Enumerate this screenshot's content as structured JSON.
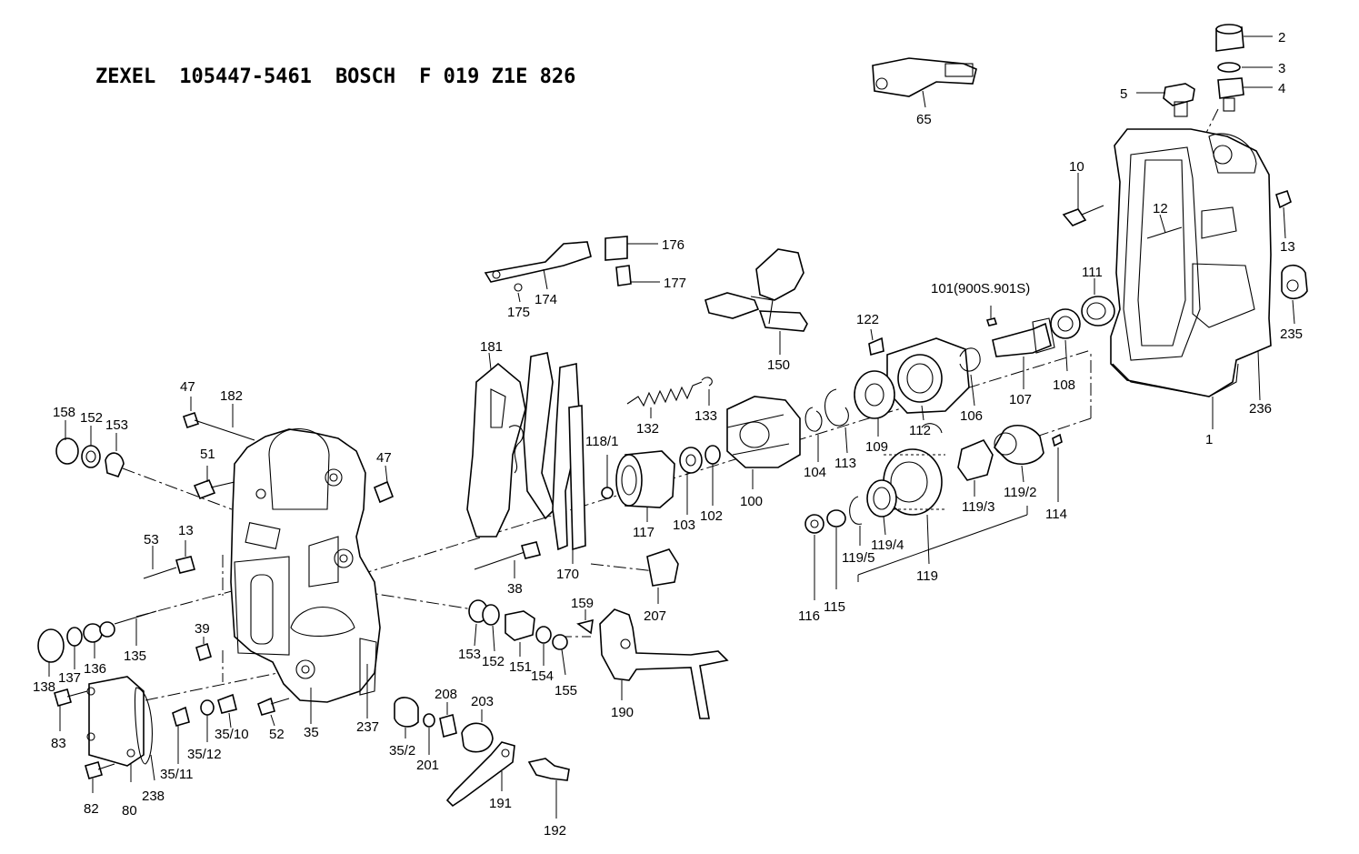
{
  "title": {
    "brand1": "ZEXEL",
    "part1": "105447-5461",
    "brand2": "BOSCH",
    "part2": "F 019 Z1E 826"
  },
  "callouts": [
    {
      "id": "c1",
      "text": "1"
    },
    {
      "id": "c2",
      "text": "2"
    },
    {
      "id": "c3",
      "text": "3"
    },
    {
      "id": "c4",
      "text": "4"
    },
    {
      "id": "c5",
      "text": "5"
    },
    {
      "id": "c10",
      "text": "10"
    },
    {
      "id": "c12",
      "text": "12"
    },
    {
      "id": "c13a",
      "text": "13"
    },
    {
      "id": "c13b",
      "text": "13"
    },
    {
      "id": "c35",
      "text": "35"
    },
    {
      "id": "c35_2",
      "text": "35/2"
    },
    {
      "id": "c35_10",
      "text": "35/10"
    },
    {
      "id": "c35_11",
      "text": "35/11"
    },
    {
      "id": "c35_12",
      "text": "35/12"
    },
    {
      "id": "c38",
      "text": "38"
    },
    {
      "id": "c39",
      "text": "39"
    },
    {
      "id": "c47a",
      "text": "47"
    },
    {
      "id": "c47b",
      "text": "47"
    },
    {
      "id": "c51",
      "text": "51"
    },
    {
      "id": "c52",
      "text": "52"
    },
    {
      "id": "c53",
      "text": "53"
    },
    {
      "id": "c65",
      "text": "65"
    },
    {
      "id": "c80",
      "text": "80"
    },
    {
      "id": "c82",
      "text": "82"
    },
    {
      "id": "c83",
      "text": "83"
    },
    {
      "id": "c100",
      "text": "100"
    },
    {
      "id": "c101",
      "text": "101(900S.901S)"
    },
    {
      "id": "c102",
      "text": "102"
    },
    {
      "id": "c103",
      "text": "103"
    },
    {
      "id": "c104",
      "text": "104"
    },
    {
      "id": "c106",
      "text": "106"
    },
    {
      "id": "c107",
      "text": "107"
    },
    {
      "id": "c108",
      "text": "108"
    },
    {
      "id": "c109",
      "text": "109"
    },
    {
      "id": "c111",
      "text": "111"
    },
    {
      "id": "c112",
      "text": "112"
    },
    {
      "id": "c113",
      "text": "113"
    },
    {
      "id": "c114",
      "text": "114"
    },
    {
      "id": "c115",
      "text": "115"
    },
    {
      "id": "c116",
      "text": "116"
    },
    {
      "id": "c117",
      "text": "117"
    },
    {
      "id": "c118_1",
      "text": "118/1"
    },
    {
      "id": "c119",
      "text": "119"
    },
    {
      "id": "c119_2",
      "text": "119/2"
    },
    {
      "id": "c119_3",
      "text": "119/3"
    },
    {
      "id": "c119_4",
      "text": "119/4"
    },
    {
      "id": "c119_5",
      "text": "119/5"
    },
    {
      "id": "c122",
      "text": "122"
    },
    {
      "id": "c132",
      "text": "132"
    },
    {
      "id": "c133",
      "text": "133"
    },
    {
      "id": "c135",
      "text": "135"
    },
    {
      "id": "c136",
      "text": "136"
    },
    {
      "id": "c137",
      "text": "137"
    },
    {
      "id": "c138",
      "text": "138"
    },
    {
      "id": "c150",
      "text": "150"
    },
    {
      "id": "c151",
      "text": "151"
    },
    {
      "id": "c152a",
      "text": "152"
    },
    {
      "id": "c152b",
      "text": "152"
    },
    {
      "id": "c153a",
      "text": "153"
    },
    {
      "id": "c153b",
      "text": "153"
    },
    {
      "id": "c154",
      "text": "154"
    },
    {
      "id": "c155",
      "text": "155"
    },
    {
      "id": "c158",
      "text": "158"
    },
    {
      "id": "c159",
      "text": "159"
    },
    {
      "id": "c170",
      "text": "170"
    },
    {
      "id": "c174",
      "text": "174"
    },
    {
      "id": "c175",
      "text": "175"
    },
    {
      "id": "c176",
      "text": "176"
    },
    {
      "id": "c177",
      "text": "177"
    },
    {
      "id": "c181",
      "text": "181"
    },
    {
      "id": "c182",
      "text": "182"
    },
    {
      "id": "c190",
      "text": "190"
    },
    {
      "id": "c191",
      "text": "191"
    },
    {
      "id": "c192",
      "text": "192"
    },
    {
      "id": "c201",
      "text": "201"
    },
    {
      "id": "c203",
      "text": "203"
    },
    {
      "id": "c207",
      "text": "207"
    },
    {
      "id": "c208",
      "text": "208"
    },
    {
      "id": "c235",
      "text": "235"
    },
    {
      "id": "c236",
      "text": "236"
    },
    {
      "id": "c237",
      "text": "237"
    },
    {
      "id": "c238",
      "text": "238"
    }
  ]
}
